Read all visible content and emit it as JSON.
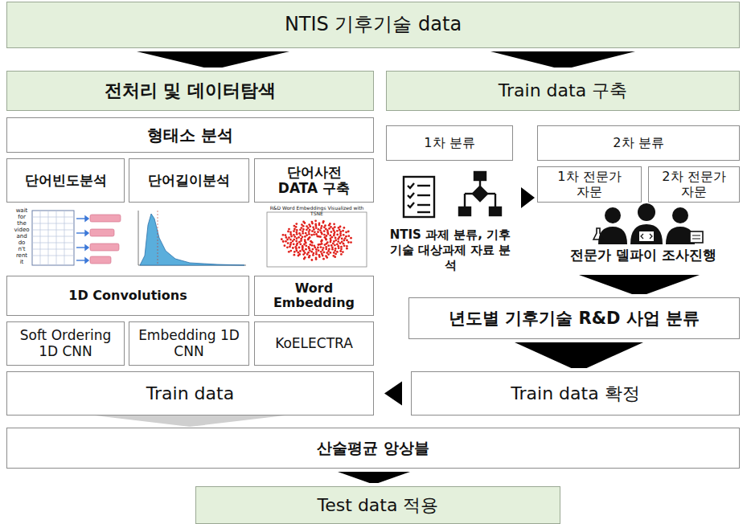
{
  "diagram": {
    "nodes": [
      {
        "text": [
          "NTIS 기후기술 data"
        ]
      },
      {
        "text": [
          "전처리 및 데이터탐색"
        ]
      },
      {
        "text": [
          "형태소 분석"
        ]
      },
      {
        "text": [
          "단어빈도분석"
        ]
      },
      {
        "text": [
          "단어길이분석"
        ]
      },
      {
        "text": [
          "단어사전 DATA 구축"
        ]
      },
      {
        "text": [
          "1D Convolutions"
        ]
      },
      {
        "text": [
          "Word Embedding"
        ]
      },
      {
        "text": [
          "Soft Ordering 1D CNN"
        ]
      },
      {
        "text": [
          "Embedding 1D CNN"
        ]
      },
      {
        "text": [
          "KoELECTRA"
        ]
      },
      {
        "text": [
          "Train data"
        ]
      },
      {
        "text": [
          "Train data 구축"
        ]
      },
      {
        "text": [
          "1차 분류"
        ]
      },
      {
        "text": [
          "2차 분류"
        ]
      },
      {
        "text": [
          "1차 전문가 자문"
        ]
      },
      {
        "text": [
          "2차 전문가 자문"
        ]
      },
      {
        "text": [
          "년도별 기후기술 R&D 사업 분류"
        ]
      },
      {
        "text": [
          "Train data 확정"
        ]
      },
      {
        "text": [
          "산술평균 앙상블"
        ]
      },
      {
        "text": [
          "Test data 적용"
        ]
      }
    ],
    "edges": [
      {
        "from": 0,
        "to": 1,
        "arrow": "to"
      },
      {
        "from": 0,
        "to": 12,
        "arrow": "to"
      },
      {
        "from": 13,
        "to": 15,
        "arrow": "to"
      },
      {
        "from": 14,
        "to": 17,
        "arrow": "to"
      },
      {
        "from": 17,
        "to": 18,
        "arrow": "to"
      },
      {
        "from": 18,
        "to": 11,
        "arrow": "to"
      },
      {
        "from": 11,
        "to": 19,
        "arrow": "to"
      },
      {
        "from": 19,
        "to": 20,
        "arrow": "to"
      }
    ],
    "labels": [
      "wait for the video and do n't rent it",
      "R&D Word Embeddings Visualized with TSNE",
      "NTIS 과제 분류, 기후기술 대상과제 자료 분석",
      "전문가 델파이 조사진행"
    ]
  }
}
